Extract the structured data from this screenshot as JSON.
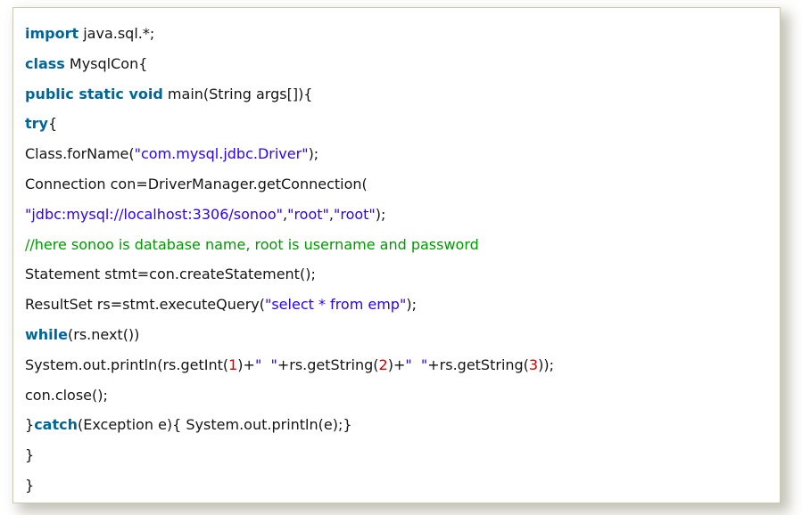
{
  "colors": {
    "keyword": "#006699",
    "string": "#2A00FF",
    "comment": "#009900",
    "number": "#CC0000",
    "text": "#141414",
    "border": "#C9C9B3",
    "background": "#FFFFFF"
  },
  "code": {
    "language": "java",
    "lines": [
      [
        {
          "type": "keyword",
          "text": "import"
        },
        {
          "type": "plain",
          "text": " java.sql.*;"
        }
      ],
      [
        {
          "type": "keyword",
          "text": "class"
        },
        {
          "type": "plain",
          "text": " MysqlCon{"
        }
      ],
      [
        {
          "type": "keyword",
          "text": "public static void"
        },
        {
          "type": "plain",
          "text": " main(String args[]){"
        }
      ],
      [
        {
          "type": "keyword",
          "text": "try"
        },
        {
          "type": "plain",
          "text": "{"
        }
      ],
      [
        {
          "type": "plain",
          "text": "Class.forName("
        },
        {
          "type": "string",
          "text": "\"com.mysql.jdbc.Driver\""
        },
        {
          "type": "plain",
          "text": ");"
        }
      ],
      [
        {
          "type": "plain",
          "text": "Connection con=DriverManager.getConnection("
        }
      ],
      [
        {
          "type": "string",
          "text": "\"jdbc:mysql://localhost:3306/sonoo\""
        },
        {
          "type": "plain",
          "text": ","
        },
        {
          "type": "string",
          "text": "\"root\""
        },
        {
          "type": "plain",
          "text": ","
        },
        {
          "type": "string",
          "text": "\"root\""
        },
        {
          "type": "plain",
          "text": ");"
        }
      ],
      [
        {
          "type": "comment",
          "text": "//here sonoo is database name, root is username and password"
        }
      ],
      [
        {
          "type": "plain",
          "text": "Statement stmt=con.createStatement();"
        }
      ],
      [
        {
          "type": "plain",
          "text": "ResultSet rs=stmt.executeQuery("
        },
        {
          "type": "string",
          "text": "\"select * from emp\""
        },
        {
          "type": "plain",
          "text": ");"
        }
      ],
      [
        {
          "type": "keyword",
          "text": "while"
        },
        {
          "type": "plain",
          "text": "(rs.next())"
        }
      ],
      [
        {
          "type": "plain",
          "text": "System.out.println(rs.getInt("
        },
        {
          "type": "number",
          "text": "1"
        },
        {
          "type": "plain",
          "text": ")+"
        },
        {
          "type": "string",
          "text": "\"  \""
        },
        {
          "type": "plain",
          "text": "+rs.getString("
        },
        {
          "type": "number",
          "text": "2"
        },
        {
          "type": "plain",
          "text": ")+"
        },
        {
          "type": "string",
          "text": "\"  \""
        },
        {
          "type": "plain",
          "text": "+rs.getString("
        },
        {
          "type": "number",
          "text": "3"
        },
        {
          "type": "plain",
          "text": "));"
        }
      ],
      [
        {
          "type": "plain",
          "text": "con.close();"
        }
      ],
      [
        {
          "type": "plain",
          "text": "}"
        },
        {
          "type": "keyword",
          "text": "catch"
        },
        {
          "type": "plain",
          "text": "(Exception e){ System.out.println(e);}"
        }
      ],
      [
        {
          "type": "plain",
          "text": "}"
        }
      ],
      [
        {
          "type": "plain",
          "text": "}"
        }
      ]
    ]
  }
}
